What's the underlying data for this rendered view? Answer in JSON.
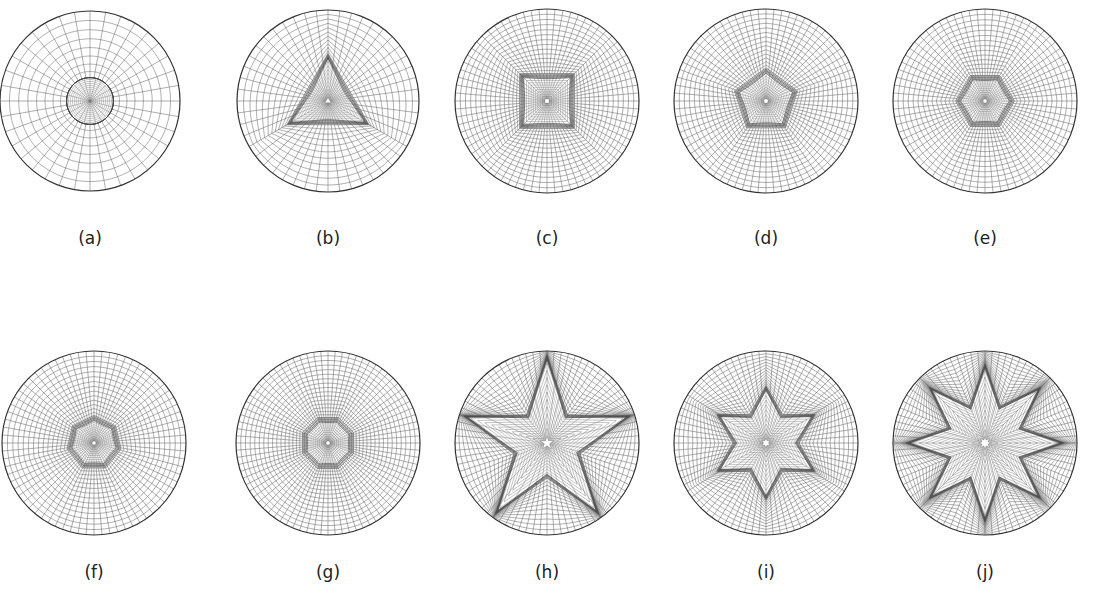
{
  "diagram": {
    "labels": [
      "(a)",
      "(b)",
      "(c)",
      "(d)",
      "(e)",
      "(f)",
      "(g)",
      "(h)",
      "(i)",
      "(j)"
    ]
  }
}
